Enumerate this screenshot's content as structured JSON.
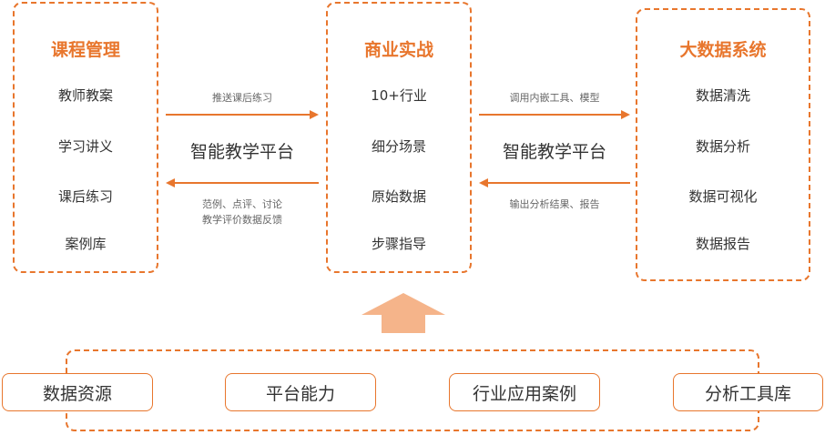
{
  "columns": {
    "left": {
      "title": "课程管理",
      "items": [
        "教师教案",
        "学习讲义",
        "课后练习",
        "案例库"
      ]
    },
    "middle": {
      "title": "商业实战",
      "items": [
        "10+行业",
        "细分场景",
        "原始数据",
        "步骤指导"
      ]
    },
    "right": {
      "title": "大数据系统",
      "items": [
        "数据清洗",
        "数据分析",
        "数据可视化",
        "数据报告"
      ]
    }
  },
  "links": {
    "left": {
      "top_label": "推送课后练习",
      "center_label": "智能教学平台",
      "bottom_line1": "范例、点评、讨论",
      "bottom_line2": "教学评价数据反馈"
    },
    "right": {
      "top_label": "调用内嵌工具、模型",
      "center_label": "智能教学平台",
      "bottom_label": "输出分析结果、报告"
    }
  },
  "foundation": {
    "items": [
      "数据资源",
      "平台能力",
      "行业应用案例",
      "分析工具库"
    ]
  },
  "colors": {
    "accent": "#E8762D",
    "up_arrow": "#F5B48A"
  }
}
